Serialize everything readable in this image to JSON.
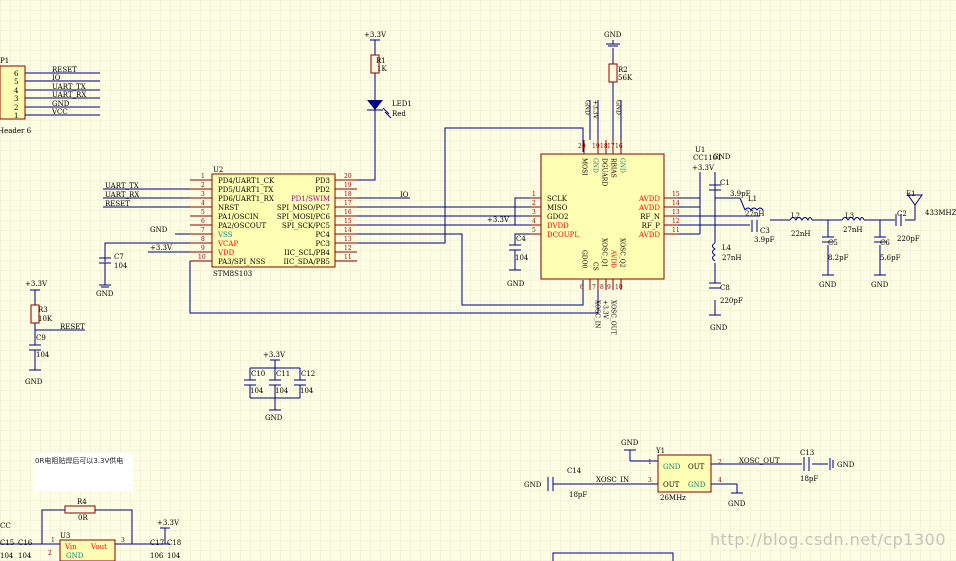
{
  "colors": {
    "background": "#fdfde3",
    "grid": "#e3e3c8",
    "wire": "#00008b",
    "component": "#8b0000",
    "ic_fill": "#ffffb4",
    "pin_red": "#ff0000",
    "pin_blue": "#0000cc",
    "text": "#000000",
    "power_pin": "#0a8080"
  },
  "header_p1": {
    "ref": "P1",
    "caption": "Header 6",
    "pins": [
      "6",
      "5",
      "4",
      "3",
      "2",
      "1"
    ],
    "nets": [
      "RESET",
      "IO",
      "UART_TX",
      "UART_RX",
      "GND",
      "VCC"
    ]
  },
  "u2": {
    "ref": "U2",
    "part": "STM8S103",
    "left_pins": [
      "PD4/UART1_CK",
      "PD5/UART1_TX",
      "PD6/UART1_RX",
      "NRST",
      "PA1/OSCIN",
      "PA2/OSCOUT",
      "VSS",
      "VCAP",
      "VDD",
      "PA3/SPI_NSS"
    ],
    "right_pins": [
      "PD3",
      "PD2",
      "PD1/SWIM",
      "SPI_MISO/PC7",
      "SPI_MOSI/PC6",
      "SPI_SCK/PC5",
      "PC4",
      "PC3",
      "IIC_SCL/PB4",
      "IIC_SDA/PB5"
    ],
    "left_nums": [
      "1",
      "2",
      "3",
      "4",
      "5",
      "6",
      "7",
      "8",
      "9",
      "10"
    ],
    "right_nums": [
      "20",
      "19",
      "18",
      "17",
      "16",
      "15",
      "14",
      "13",
      "12",
      "11"
    ]
  },
  "u2_nets": {
    "uart_tx": "UART_TX",
    "uart_rx": "UART_RX",
    "reset": "RESET",
    "gnd": "GND",
    "vcc": "+3.3V",
    "io": "IO"
  },
  "led": {
    "power": "+3.3V",
    "r_ref": "R1",
    "r_val": "1K",
    "ref": "LED1",
    "color": "Red"
  },
  "r2": {
    "gnd": "GND",
    "ref": "R2",
    "val": "56K"
  },
  "u1": {
    "ref": "U1",
    "part": "CC1101",
    "top_pins": [
      "MOSI",
      "GND",
      "DGUARD",
      "RBIAS",
      "GND"
    ],
    "top_nums": [
      "20",
      "19",
      "18",
      "17",
      "16"
    ],
    "left_pins": [
      "SCLK",
      "MISO",
      "GDO2",
      "DVDD",
      "DCOUPL"
    ],
    "left_nums": [
      "1",
      "2",
      "3",
      "4",
      "5"
    ],
    "right_pins": [
      "AVDD",
      "AVDD",
      "RF_N",
      "RF_P",
      "AVDD"
    ],
    "right_nums": [
      "15",
      "14",
      "13",
      "12",
      "11"
    ],
    "bottom_pins": [
      "GDO0",
      "CS",
      "XOSC_Q1",
      "AVDD",
      "XOSC_Q2"
    ],
    "bottom_nums": [
      "6",
      "7",
      "8",
      "9",
      "10"
    ],
    "top_nets": [
      "GND",
      "+3.3V",
      "GND"
    ],
    "bottom_nets": [
      "XOSC_IN",
      "+3.3V",
      "XOSC_OUT"
    ]
  },
  "u1_power": {
    "vcc": "+3.3V",
    "gnd": "GND",
    "c4_ref": "C4",
    "c4_val": "104",
    "u1_gnd": "GND"
  },
  "rf": {
    "c1": "C1",
    "c1v": "3.9pF",
    "l1": "L1",
    "l1v": "27nH",
    "c3": "C3",
    "c3v": "3.9pF",
    "l2": "L2",
    "l2v": "22nH",
    "l3": "L3",
    "l3v": "27nH",
    "c2": "C2",
    "c2v": "220pF",
    "c5": "C5",
    "c5v": "8.2pF",
    "c6": "C6",
    "c6v": "5.6pF",
    "l4": "L4",
    "l4v": "27nH",
    "c8": "C8",
    "c8v": "220pF",
    "antenna": "E1",
    "freq": "433MHZ",
    "gnd": "GND"
  },
  "c7": {
    "ref": "C7",
    "val": "104",
    "vcc": "+3.3V",
    "gnd": "GND"
  },
  "reset_circuit": {
    "vcc": "+3.3V",
    "r_ref": "R3",
    "r_val": "10K",
    "net": "RESET",
    "c_ref": "C9",
    "c_val": "104",
    "gnd": "GND"
  },
  "decoupling": {
    "vcc": "+3.3V",
    "refs": [
      "C10",
      "C11",
      "C12"
    ],
    "vals": [
      "104",
      "104",
      "104"
    ],
    "gnd": "GND"
  },
  "crystal": {
    "ref": "Y1",
    "freq": "26MHz",
    "gnd": "GND",
    "pins": [
      "1",
      "2",
      "3",
      "4"
    ],
    "labels": [
      "GND",
      "OUT",
      "OUT",
      "GND"
    ],
    "xin": "XOSC_IN",
    "xout": "XOSC_OUT",
    "c14": "C14",
    "c14v": "18pF",
    "c13": "C13",
    "c13v": "18pF"
  },
  "note": "0R电阻贴焊后可以3.3V供电",
  "u3": {
    "r4": "R4",
    "r4v": "0R",
    "ref": "U3",
    "vin": "Vin",
    "vout": "Vout",
    "gnd": "GND",
    "pin1": "1",
    "pin2": "2",
    "pin3": "3",
    "vcc": "+3.3V",
    "c15": "C15",
    "c16": "C16",
    "c17": "C17",
    "c18": "C18",
    "cv": "104",
    "cc": "CC",
    "c16v": "104",
    "c17v": "106"
  },
  "watermark": "http://blog.csdn.net/cp1300"
}
